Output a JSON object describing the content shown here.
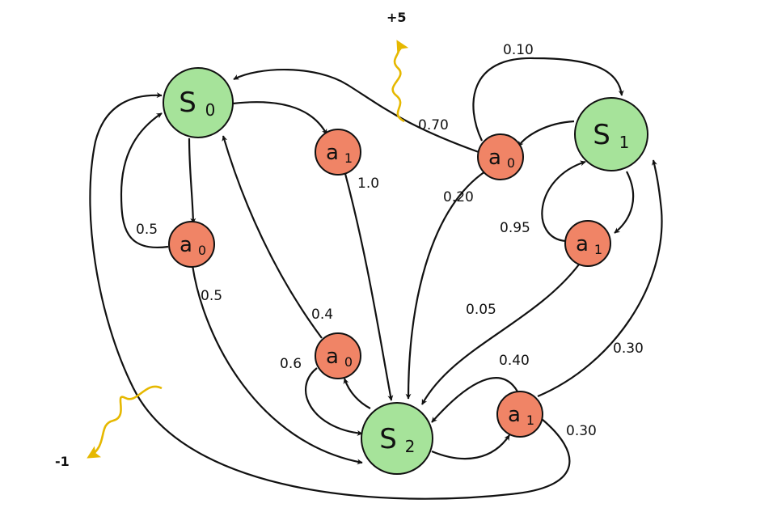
{
  "states": [
    {
      "id": "s0",
      "base": "S",
      "sub": "0"
    },
    {
      "id": "s1",
      "base": "S",
      "sub": "1"
    },
    {
      "id": "s2",
      "base": "S",
      "sub": "2"
    }
  ],
  "actions": [
    {
      "id": "s0a0",
      "base": "a",
      "sub": "0"
    },
    {
      "id": "s0a1",
      "base": "a",
      "sub": "1"
    },
    {
      "id": "s1a0",
      "base": "a",
      "sub": "0"
    },
    {
      "id": "s1a1",
      "base": "a",
      "sub": "1"
    },
    {
      "id": "s2a0",
      "base": "a",
      "sub": "0"
    },
    {
      "id": "s2a1",
      "base": "a",
      "sub": "1"
    }
  ],
  "probabilities": {
    "s0a0_to_s0": "0.5",
    "s0a0_to_s2": "0.5",
    "s0a1_to_s2": "1.0",
    "s1a0_to_s1": "0.10",
    "s1a0_to_s0": "0.70",
    "s1a0_to_s2": "0.20",
    "s1a1_to_s1": "0.95",
    "s1a1_to_s2": "0.05",
    "s2a0_to_s0": "0.4",
    "s2a0_to_s2": "0.6",
    "s2a1_to_s2": "0.40",
    "s2a1_to_s1": "0.30",
    "s2a1_to_s0": "0.30"
  },
  "rewards": {
    "positive": "+5",
    "negative": "-1"
  },
  "colors": {
    "state_fill": "#a6e39a",
    "action_fill": "#f08466",
    "reward_arrow": "#e6b800"
  }
}
